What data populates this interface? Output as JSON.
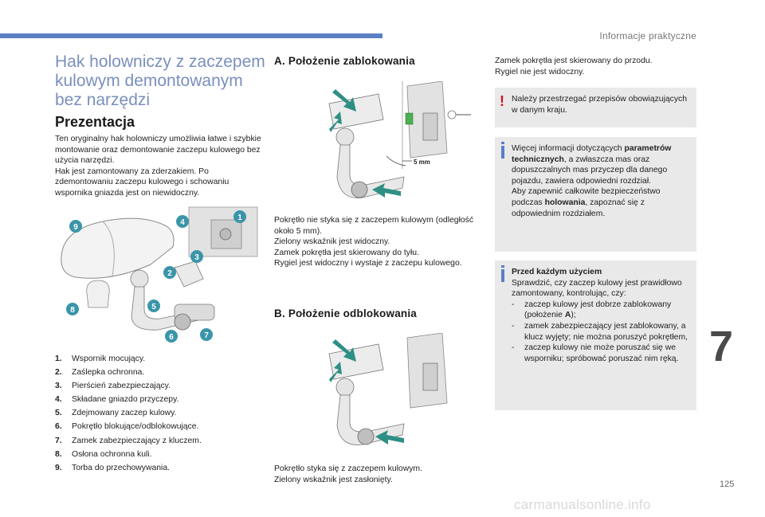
{
  "header": {
    "title": "Informacje praktyczne",
    "chapter": "7",
    "page_number": "125",
    "watermark": "carmanualsonline.info"
  },
  "intro": {
    "title": "Hak holowniczy z zaczepem kulowym demontowanym bez narzędzi",
    "section": "Prezentacja",
    "paragraph_1": "Ten oryginalny hak holowniczy umożliwia łatwe i szybkie montowanie oraz demontowanie zaczepu kulowego bez użycia narzędzi.",
    "paragraph_2": "Hak jest zamontowany za zderzakiem. Po zdemontowaniu zaczepu kulowego i schowaniu wspornika gniazda jest on niewidoczny."
  },
  "figure_callouts": [
    "1",
    "2",
    "3",
    "4",
    "5",
    "6",
    "7",
    "8",
    "9"
  ],
  "parts_list": [
    {
      "num": "1.",
      "text": "Wspornik mocujący."
    },
    {
      "num": "2.",
      "text": "Zaślepka ochronna."
    },
    {
      "num": "3.",
      "text": "Pierścień zabezpieczający."
    },
    {
      "num": "4.",
      "text": "Składane gniazdo przyczepy."
    },
    {
      "num": "5.",
      "text": "Zdejmowany zaczep kulowy."
    },
    {
      "num": "6.",
      "text": "Pokrętło blokujące/odblokowujące."
    },
    {
      "num": "7.",
      "text": "Zamek zabezpieczający z kluczem."
    },
    {
      "num": "8.",
      "text": "Osłona ochronna kuli."
    },
    {
      "num": "9.",
      "text": "Torba do przechowywania."
    }
  ],
  "locked": {
    "heading": "A. Położenie zablokowania",
    "dimension_label": "5 mm",
    "lines": [
      "Pokrętło nie styka się z zaczepem kulowym (odległość około 5 mm).",
      "Zielony wskaźnik jest widoczny.",
      "Zamek pokrętła jest skierowany do tyłu.",
      "Rygiel jest widoczny i wystaje z zaczepu kulowego."
    ]
  },
  "unlocked": {
    "heading": "B. Położenie odblokowania",
    "lines": [
      "Pokrętło styka się z zaczepem kulowym.",
      "Zielony wskaźnik jest zasłonięty."
    ]
  },
  "right_column": {
    "intro_lines": [
      "Zamek pokrętła jest skierowany do przodu.",
      "Rygiel nie jest widoczny."
    ],
    "warning_box": "Należy przestrzegać przepisów obowiązujących w danym kraju.",
    "info_box_1": {
      "part1": "Więcej informacji dotyczących ",
      "bold1": "parametrów technicznych",
      "part2": ", a zwłaszcza mas oraz dopuszczalnych mas przyczep dla danego pojazdu, zawiera odpowiedni rozdział.",
      "part3": "Aby zapewnić całkowite bezpieczeństwo podczas ",
      "bold2": "holowania",
      "part4": ", zapoznać się z odpowiednim rozdziałem."
    },
    "info_box_2": {
      "title": "Przed każdym użyciem",
      "text": "Sprawdzić, czy zaczep kulowy jest prawidłowo zamontowany, kontrolując, czy:",
      "items": [
        {
          "pre": "zaczep kulowy jest dobrze zablokowany (położenie ",
          "bold": "A",
          "post": ");"
        },
        {
          "pre": "zamek zabezpieczający jest zablokowany, a klucz wyjęty; nie można poruszyć pokrętłem,",
          "bold": "",
          "post": ""
        },
        {
          "pre": "zaczep kulowy nie może poruszać się we wsporniku; spróbować poruszać nim ręką.",
          "bold": "",
          "post": ""
        }
      ]
    }
  },
  "colors": {
    "accent_blue": "#5b7fc4",
    "title_blue": "#7a8fbd",
    "callout_teal": "#3b95a8",
    "arrow_teal": "#2e8f84",
    "indicator_green": "#4caf50",
    "warning_red": "#d01020",
    "box_gray": "#e9e9e9"
  }
}
